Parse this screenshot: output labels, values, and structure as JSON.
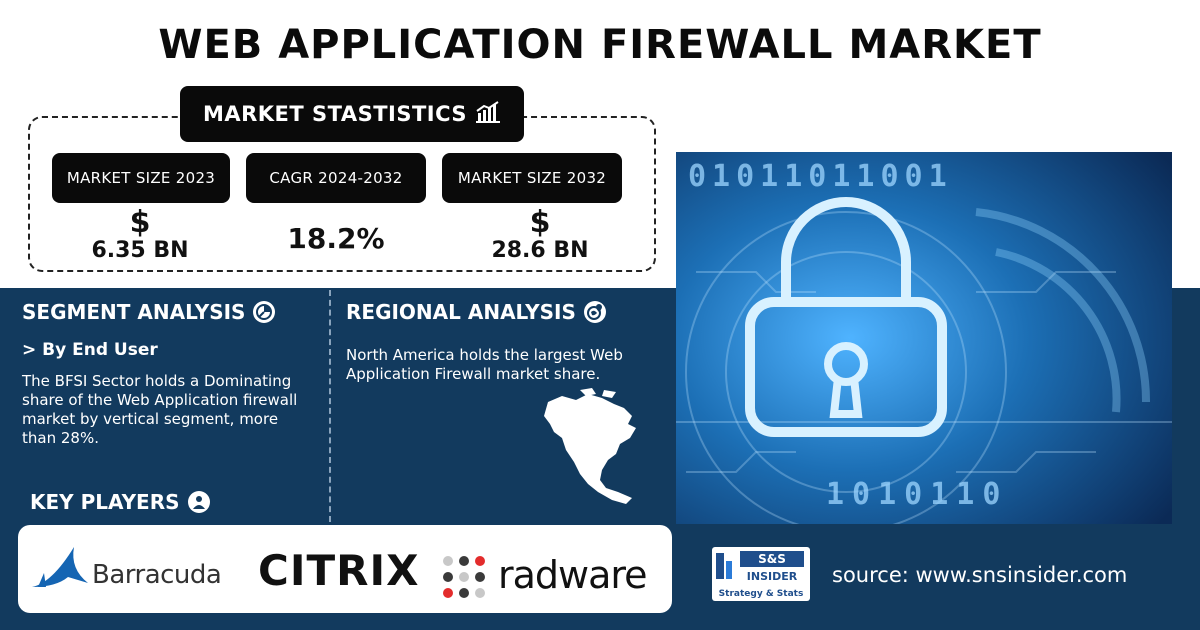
{
  "title": "WEB APPLICATION FIREWALL MARKET",
  "stats": {
    "header": "MARKET STASTISTICS",
    "header_icon": "growth-chart-icon",
    "items": [
      {
        "label": "MARKET SIZE 2023",
        "currency": "$",
        "value": "6.35 BN"
      },
      {
        "label": "CAGR 2024-2032",
        "value": "18.2%"
      },
      {
        "label": "MARKET SIZE 2032",
        "currency": "$",
        "value": "28.6 BN"
      }
    ]
  },
  "segment": {
    "title": "SEGMENT ANALYSIS",
    "icon": "segment-chart-icon",
    "subtitle": "> By End User",
    "text": "The BFSI Sector holds a Dominating share of the Web Application firewall market by vertical segment, more than 28%."
  },
  "regional": {
    "title": "REGIONAL ANALYSIS",
    "icon": "globe-pin-icon",
    "text": "North America holds the largest Web Application Firewall market share.",
    "map_icon": "north-america-map-icon"
  },
  "players": {
    "title": "KEY PLAYERS",
    "icon": "person-badge-icon",
    "logos": [
      "Barracuda",
      "CITRIX",
      "radware"
    ]
  },
  "sns": {
    "line1": "S&S",
    "line2": "INSIDER",
    "line3": "Strategy & Stats"
  },
  "source": "source: www.snsinsider.com",
  "hero_image": {
    "icon": "padlock-circuit-icon",
    "binary_top": "01011011001",
    "binary_bottom": "1010110"
  },
  "colors": {
    "panel_blue": "#123a5e",
    "pill_black": "#0a0a0a",
    "hero_blue": "#1c6fb5"
  }
}
